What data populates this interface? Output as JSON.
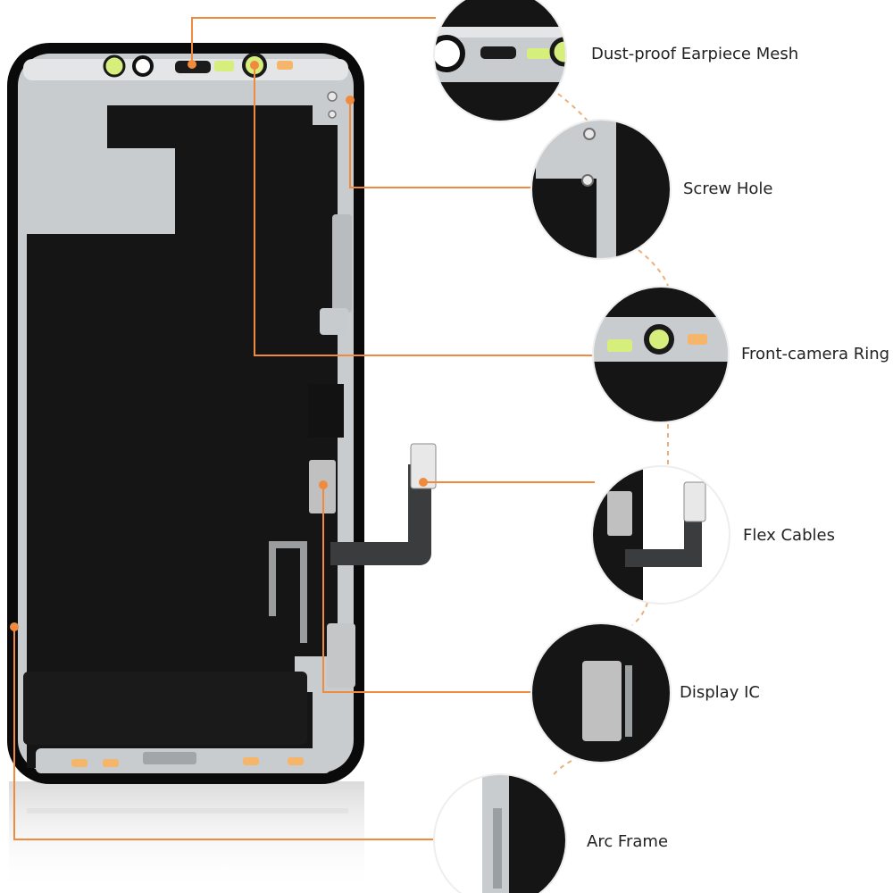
{
  "colors": {
    "accent": "#f08a3c",
    "panel": "#151515",
    "frame": "#c9ccce",
    "bezel": "#0a0a0a",
    "flex": "#3b3c3d",
    "yellow_dot": "#d6ef7c",
    "orange_dot": "#f5b66c"
  },
  "callouts": [
    {
      "label": "Dust-proof Earpiece Mesh"
    },
    {
      "label": "Screw Hole"
    },
    {
      "label": "Front-camera Ring"
    },
    {
      "label": "Flex Cables"
    },
    {
      "label": "Display IC"
    },
    {
      "label": "Arc Frame"
    }
  ]
}
